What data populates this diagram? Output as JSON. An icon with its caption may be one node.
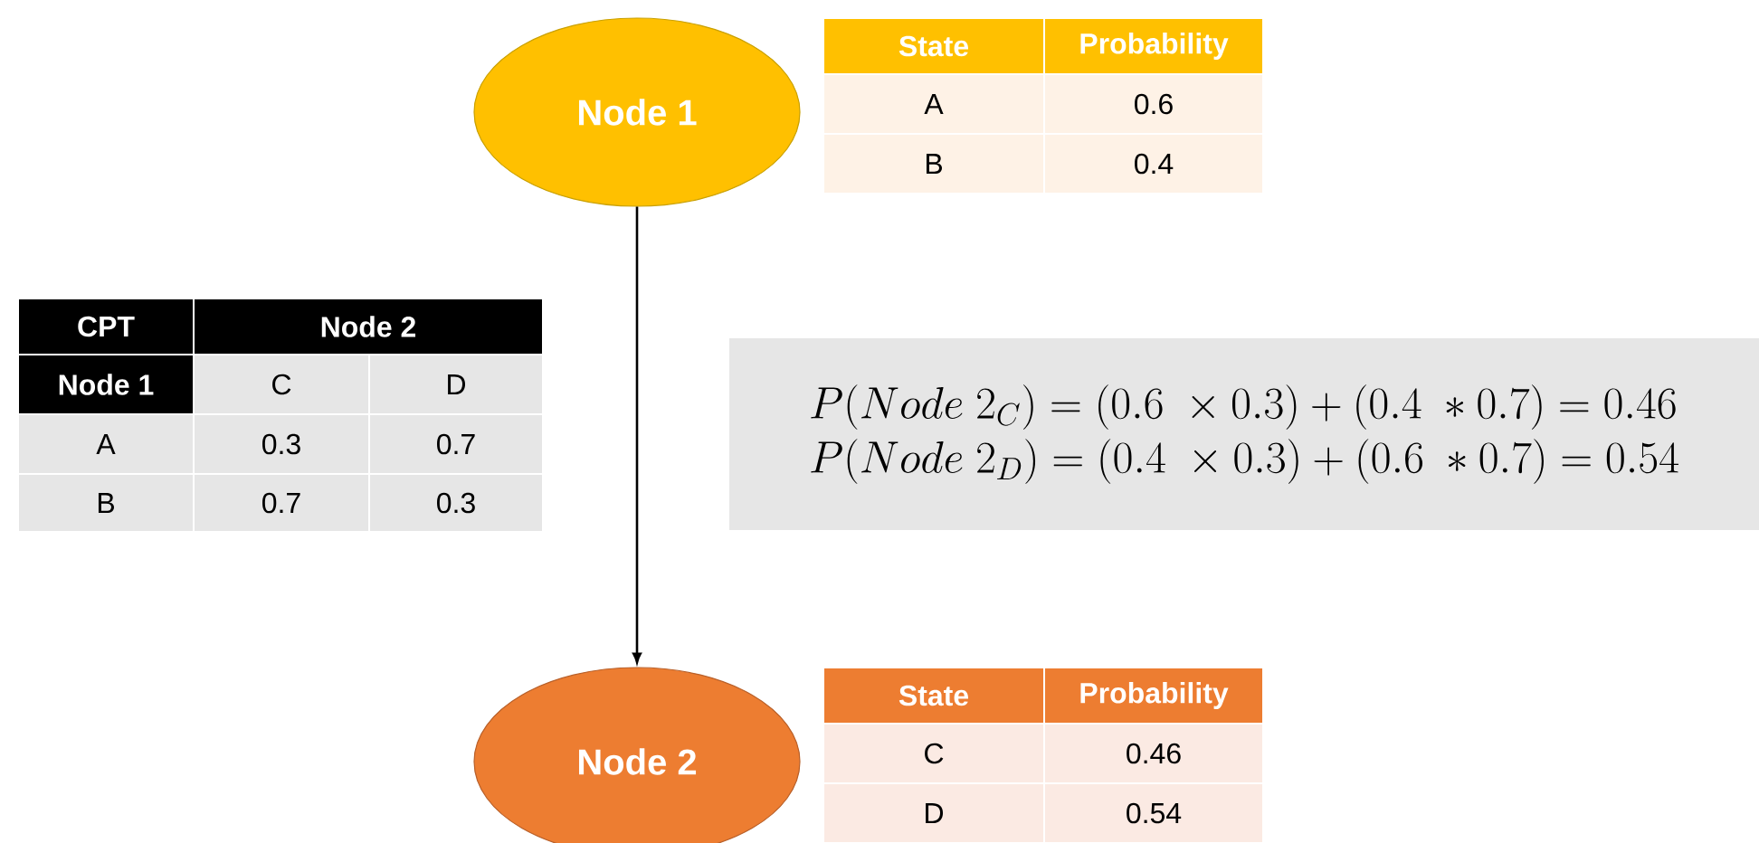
{
  "diagram": {
    "nodes": [
      {
        "text": [
          "Node 1"
        ]
      },
      {
        "text": [
          "Node 2"
        ]
      },
      {
        "text": [
          "P(Node\\ 2_{C}) = (0.6\\ \\times 0.3) + (0.4\\ * 0.7) = 0.46",
          "P(Node\\ 2_{D}) = (0.4\\ \\times 0.3) + (0.6\\ * 0.7) = 0.54"
        ]
      }
    ],
    "edges": [
      {
        "from": 0,
        "to": 1,
        "arrow": "to"
      }
    ],
    "labels": [
      "State",
      "Probability",
      "A",
      "0.6",
      "B",
      "0.4",
      "CPT",
      "Node 2",
      "Node 1",
      "C",
      "D",
      "A",
      "0.3",
      "0.7",
      "B",
      "0.7",
      "0.3",
      "State",
      "Probability",
      "C",
      "0.46",
      "D",
      "0.54"
    ]
  }
}
